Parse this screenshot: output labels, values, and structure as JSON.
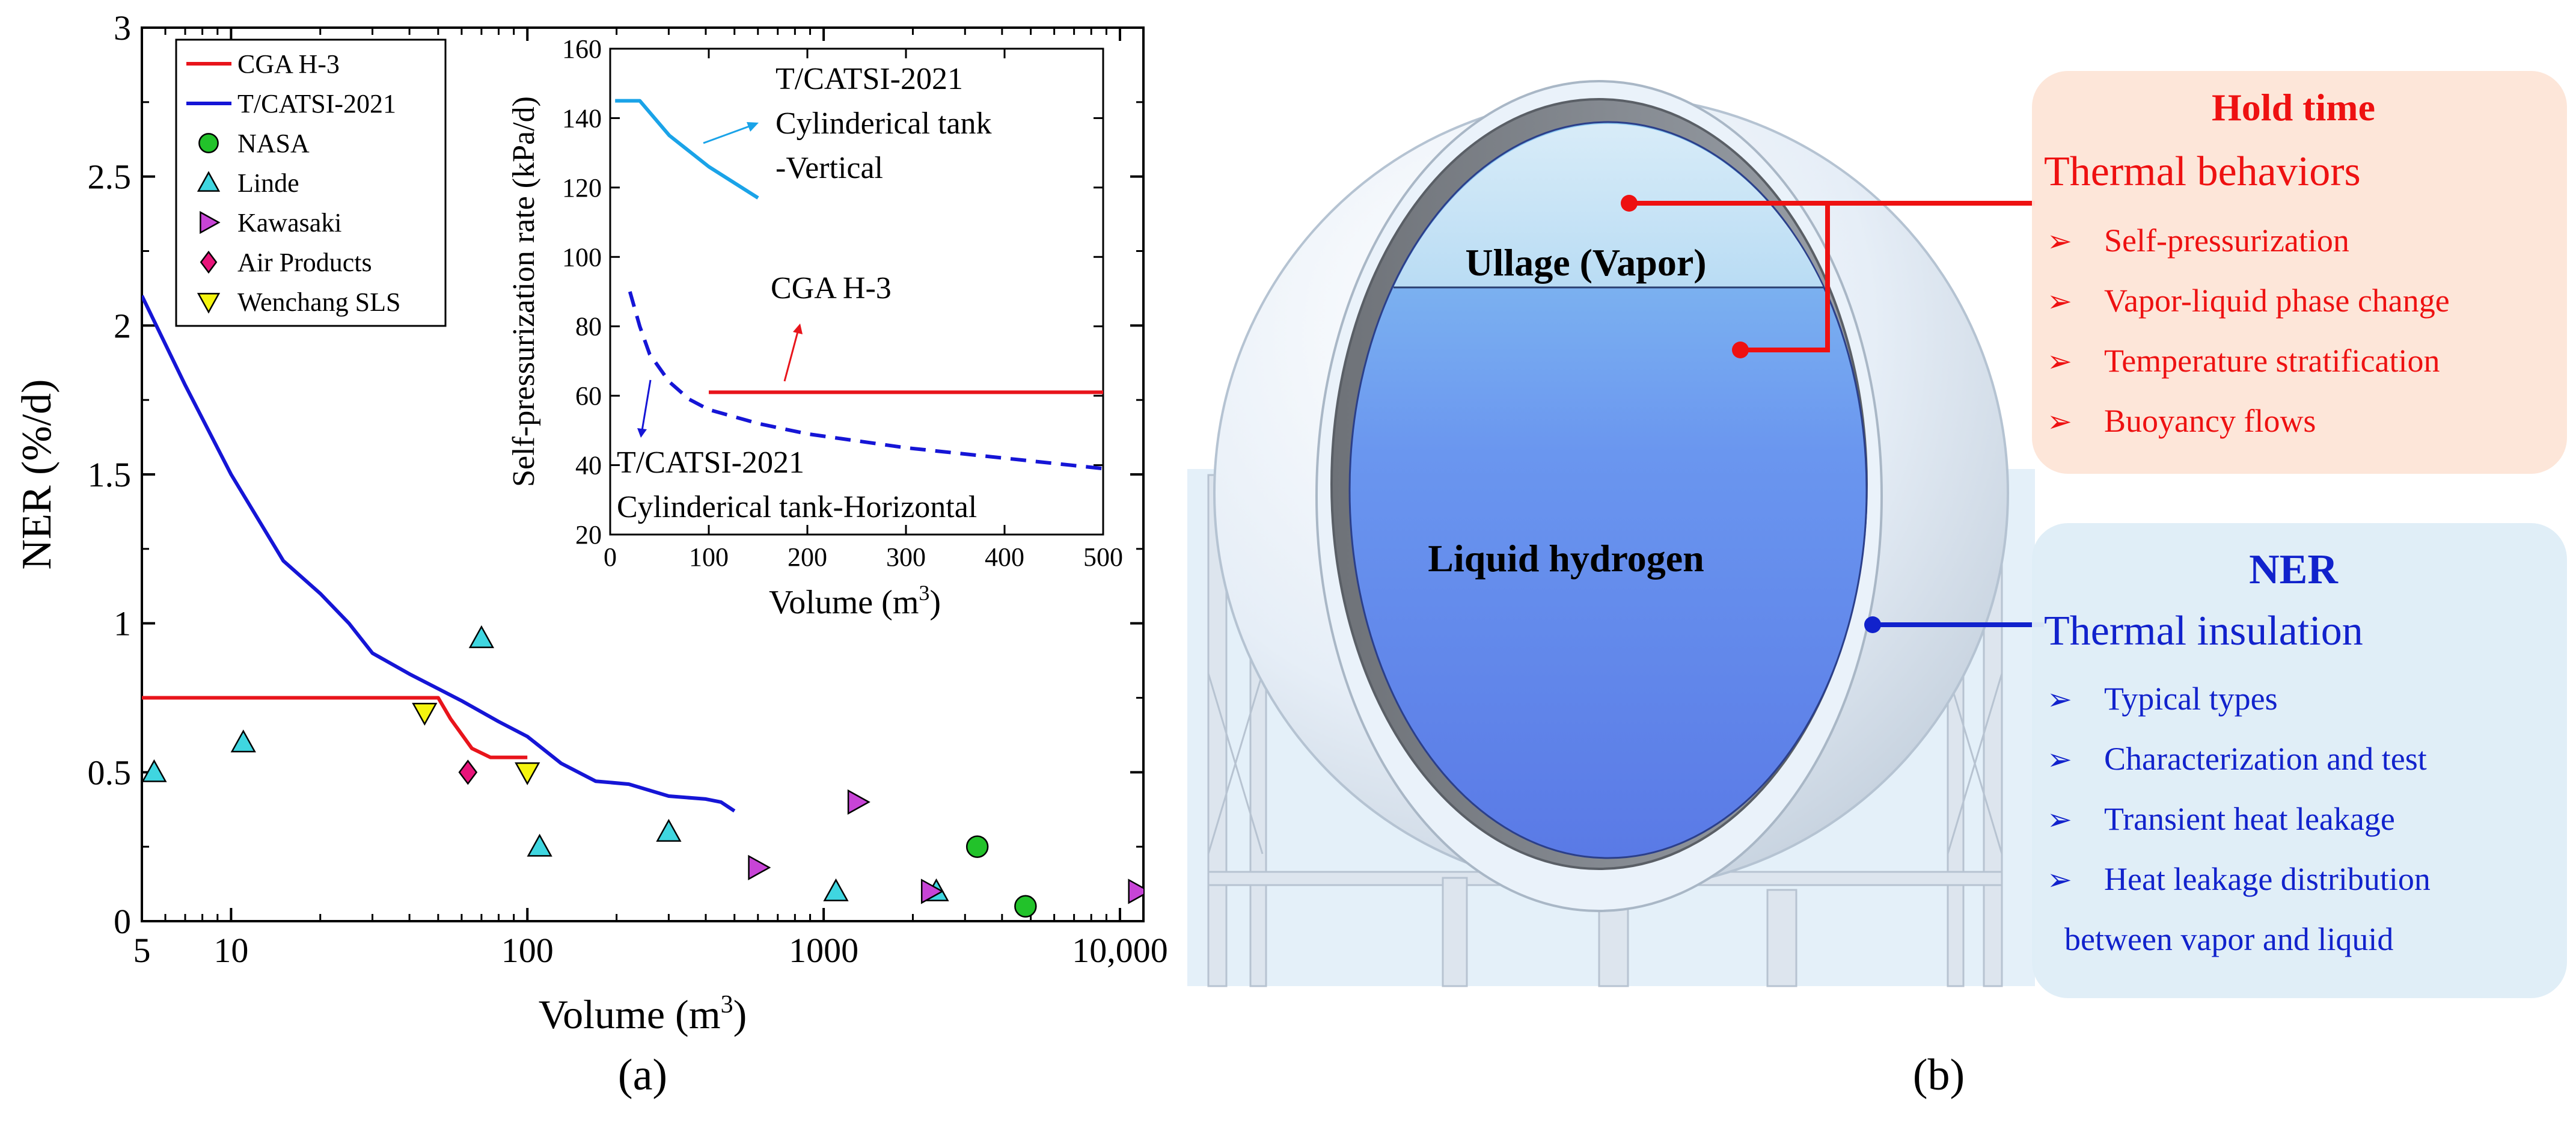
{
  "chart_data": [
    {
      "type": "line",
      "panel_label": "(a)",
      "xlabel": "Volume (m",
      "xlabel_sup": "3",
      "xlabel_tail": ")",
      "ylabel": "NER (%/d)",
      "xscale": "log",
      "xlim": [
        5,
        12000
      ],
      "ylim": [
        0,
        3
      ],
      "xticks": [
        {
          "value": 5,
          "label": "5"
        },
        {
          "value": 10,
          "label": "10"
        },
        {
          "value": 100,
          "label": "100"
        },
        {
          "value": 1000,
          "label": "1000"
        },
        {
          "value": 10000,
          "label": "10,000"
        }
      ],
      "yticks": [
        {
          "value": 0,
          "label": "0"
        },
        {
          "value": 0.5,
          "label": "0.5"
        },
        {
          "value": 1,
          "label": "1"
        },
        {
          "value": 1.5,
          "label": "1.5"
        },
        {
          "value": 2,
          "label": "2"
        },
        {
          "value": 2.5,
          "label": "2.5"
        },
        {
          "value": 3,
          "label": "3"
        }
      ],
      "legend_position": "top-left",
      "series": [
        {
          "name": "CGA H-3",
          "kind": "line",
          "color": "#e8141b",
          "dash": "",
          "points": [
            [
              5,
              0.75
            ],
            [
              50,
              0.75
            ],
            [
              55,
              0.68
            ],
            [
              65,
              0.58
            ],
            [
              75,
              0.55
            ],
            [
              90,
              0.55
            ],
            [
              100,
              0.55
            ]
          ]
        },
        {
          "name": "T/CATSI-2021",
          "kind": "line",
          "color": "#1515d6",
          "dash": "",
          "points": [
            [
              5,
              2.1
            ],
            [
              7,
              1.8
            ],
            [
              10,
              1.5
            ],
            [
              15,
              1.21
            ],
            [
              20,
              1.1
            ],
            [
              25,
              1.0
            ],
            [
              30,
              0.9
            ],
            [
              40,
              0.83
            ],
            [
              60,
              0.74
            ],
            [
              80,
              0.67
            ],
            [
              100,
              0.62
            ],
            [
              130,
              0.53
            ],
            [
              170,
              0.47
            ],
            [
              220,
              0.46
            ],
            [
              300,
              0.42
            ],
            [
              400,
              0.41
            ],
            [
              450,
              0.4
            ],
            [
              500,
              0.37
            ]
          ]
        },
        {
          "name": "NASA",
          "kind": "marker",
          "marker": "circle",
          "color": "#22c22a",
          "points": [
            [
              3300,
              0.25
            ],
            [
              4800,
              0.05
            ]
          ]
        },
        {
          "name": "Linde",
          "kind": "marker",
          "marker": "triangle-up",
          "color": "#3fd6e0",
          "points": [
            [
              5.5,
              0.5
            ],
            [
              11,
              0.6
            ],
            [
              70,
              0.95
            ],
            [
              110,
              0.25
            ],
            [
              300,
              0.3
            ],
            [
              1100,
              0.1
            ],
            [
              2400,
              0.1
            ]
          ]
        },
        {
          "name": "Kawasaki",
          "kind": "marker",
          "marker": "triangle-right",
          "color": "#c744d6",
          "points": [
            [
              600,
              0.18
            ],
            [
              1300,
              0.4
            ],
            [
              2300,
              0.1
            ],
            [
              11500,
              0.1
            ]
          ]
        },
        {
          "name": "Air Products",
          "kind": "marker",
          "marker": "diamond",
          "color": "#e8147a",
          "points": [
            [
              63,
              0.5
            ]
          ]
        },
        {
          "name": "Wenchang SLS",
          "kind": "marker",
          "marker": "triangle-down",
          "color": "#f5f50f",
          "points": [
            [
              45,
              0.7
            ],
            [
              100,
              0.5
            ]
          ]
        }
      ]
    },
    {
      "type": "line",
      "inset": true,
      "xlabel": "Volume (m",
      "xlabel_sup": "3",
      "xlabel_tail": ")",
      "ylabel": "Self-pressurization rate (kPa/d)",
      "xlim": [
        0,
        500
      ],
      "ylim": [
        20,
        160
      ],
      "xticks": [
        {
          "value": 0,
          "label": "0"
        },
        {
          "value": 100,
          "label": "100"
        },
        {
          "value": 200,
          "label": "200"
        },
        {
          "value": 300,
          "label": "300"
        },
        {
          "value": 400,
          "label": "400"
        },
        {
          "value": 500,
          "label": "500"
        }
      ],
      "yticks": [
        {
          "value": 20,
          "label": "20"
        },
        {
          "value": 40,
          "label": "40"
        },
        {
          "value": 60,
          "label": "60"
        },
        {
          "value": 80,
          "label": "80"
        },
        {
          "value": 100,
          "label": "100"
        },
        {
          "value": 120,
          "label": "120"
        },
        {
          "value": 140,
          "label": "140"
        },
        {
          "value": 160,
          "label": "160"
        }
      ],
      "series": [
        {
          "kind": "line",
          "color": "#1aa3e8",
          "dash": "",
          "points": [
            [
              5,
              145
            ],
            [
              30,
              145
            ],
            [
              60,
              135
            ],
            [
              100,
              126
            ],
            [
              150,
              117
            ]
          ]
        },
        {
          "kind": "line",
          "color": "#e8141b",
          "dash": "",
          "points": [
            [
              100,
              61
            ],
            [
              500,
              61
            ]
          ]
        },
        {
          "kind": "line",
          "color": "#1515d6",
          "dash": "dash",
          "points": [
            [
              20,
              90
            ],
            [
              30,
              80
            ],
            [
              40,
              72
            ],
            [
              60,
              64
            ],
            [
              80,
              59
            ],
            [
              100,
              56
            ],
            [
              150,
              52
            ],
            [
              200,
              49
            ],
            [
              300,
              45
            ],
            [
              400,
              42
            ],
            [
              500,
              39
            ]
          ]
        }
      ],
      "annotations": [
        {
          "lines": [
            "T/CATSI-2021",
            "Cylinderical tank",
            "-Vertical"
          ]
        },
        {
          "lines": [
            "CGA H-3"
          ]
        },
        {
          "lines": [
            "T/CATSI-2021",
            "Cylinderical tank-Horizontal"
          ]
        }
      ]
    }
  ],
  "panel_b": {
    "label": "(b)",
    "ullage_label": "Ullage (Vapor)",
    "liquid_label": "Liquid  hydrogen",
    "hold_time_box": {
      "title": "Hold time",
      "subtitle": "Thermal behaviors",
      "bullet_glyph": "➢",
      "items": [
        "Self-pressurization",
        "Vapor-liquid phase change",
        "Temperature stratification",
        "Buoyancy flows"
      ],
      "color": "#ee1111",
      "background": "#fde5d7"
    },
    "ner_box": {
      "title": "NER",
      "subtitle": "Thermal insulation",
      "bullet_glyph": "➢",
      "items": [
        "Typical types",
        "Characterization and test",
        "Transient heat leakage",
        "Heat leakage distribution",
        "between vapor and liquid"
      ],
      "color": "#1122cc",
      "background": "#dfedf7"
    }
  }
}
